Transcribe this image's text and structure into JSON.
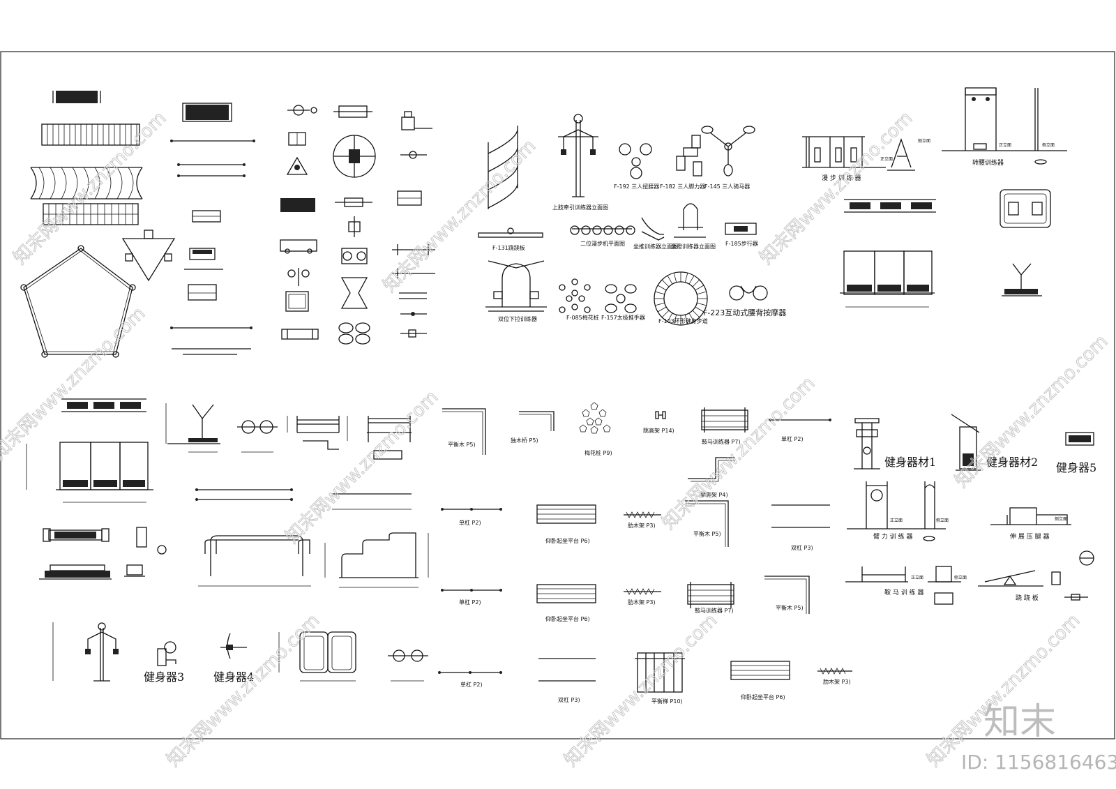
{
  "watermark": {
    "text": "知末网www.znzmo.com",
    "logo": "知末",
    "id": "ID: 1156816463"
  },
  "labels": {
    "walk_trainer": "漫 步 训 练 器",
    "waist_trainer": "转腰训练器",
    "f192": "F-192 三人扭腰器",
    "f182": "F-182 三人脚力器",
    "f145": "F-145 三人骑马器",
    "upper_limb": "上肢牵引训练器立面图",
    "f131": "F-131跷跷板",
    "double_walk": "二位漫步机平面图",
    "sit_push": "坐推训练器立面图",
    "seat_trainer": "坐蹬训练器立面图",
    "f185": "F-185步行器",
    "pulldown": "双位下拉训练器",
    "f085": "F-085梅花桩",
    "f157": "F-157太极推手器",
    "f103": "F-103环形健身步道",
    "f223": "F-223互动式腰背按摩器",
    "equip1": "健身器材1",
    "equip2": "健身器材2",
    "equip5": "健身器5",
    "equip3": "健身器3",
    "equip4": "健身器4",
    "arm_trainer": "臂 力 训 练 器",
    "leg_press": "伸 展 压 腿 器",
    "horse_trainer": "鞍 马 训 练 器",
    "seesaw": "跷 跷 板",
    "front_view": "正立面",
    "side_view": "侧立面",
    "p5_a": "平衡木 P5)",
    "p5_b": "独木桥 P5)",
    "p9": "梅花桩 P9)",
    "p14": "跳高架 P14)",
    "p7_a": "鞍马训练器 P7)",
    "p2_a": "单杠 P2)",
    "p4": "攀爬架 P4)",
    "p5_c": "平衡木 P5)",
    "p3_a": "双杠 P3)",
    "p2_b": "单杠 P2)",
    "p6_a": "仰卧起坐平台 P6)",
    "p3_b": "肋木架 P3)",
    "p2_c": "单杠 P2)",
    "p6_b": "仰卧起坐平台 P6)",
    "p3_c": "肋木架 P3)",
    "p7_b": "鞍马训练器 P7)",
    "p5_d": "平衡木 P5)",
    "p2_d": "单杠 P2)",
    "p3_d": "双杠 P3)",
    "p10": "平衡梯 P10)",
    "p6_c": "仰卧起坐平台 P6)",
    "p3_e": "肋木架 P3)"
  }
}
